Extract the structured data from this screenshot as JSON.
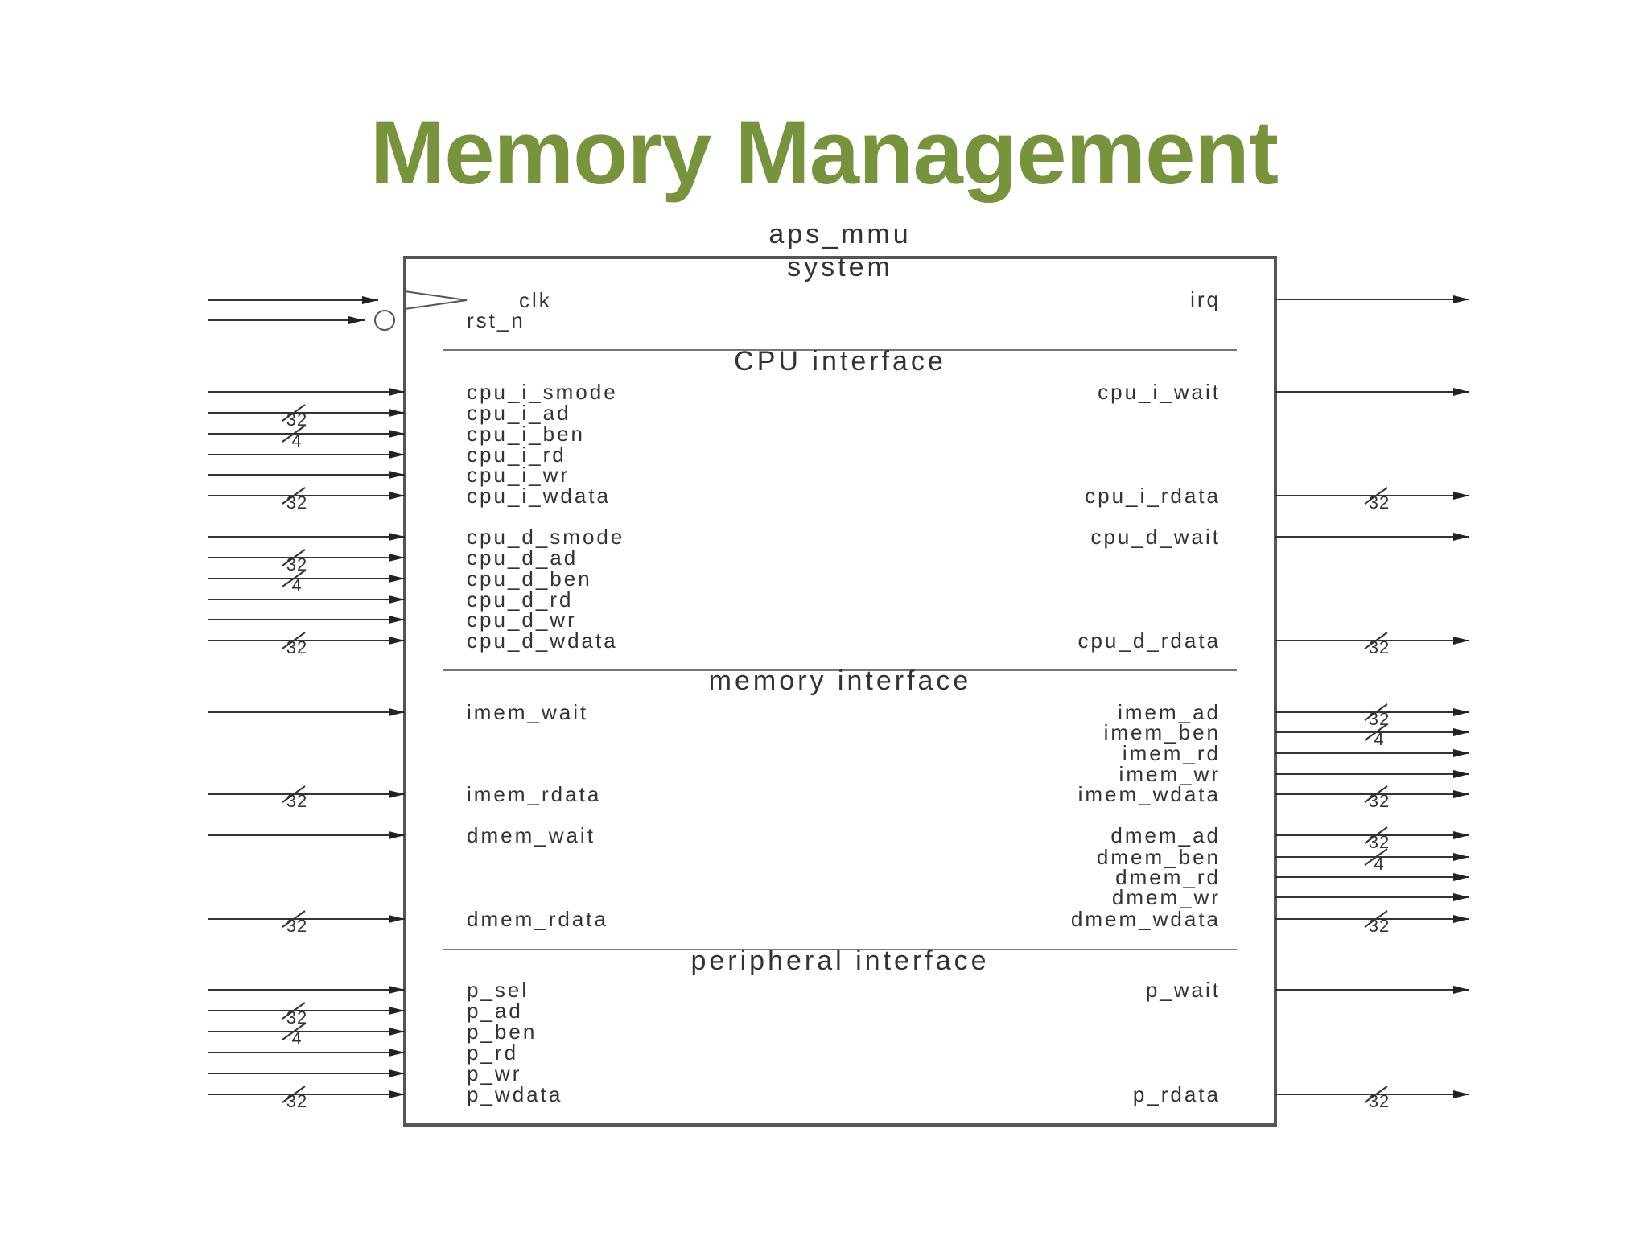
{
  "slide": {
    "title": "Memory Management"
  },
  "colors": {
    "title": "#77933c",
    "line": "#333333",
    "text": "#333333"
  },
  "diagram": {
    "module_name": "aps_mmu",
    "sections": [
      {
        "header": "system",
        "inputs": [
          {
            "name": "clk",
            "marker": "clock"
          },
          {
            "name": "rst_n",
            "marker": "inverted"
          }
        ],
        "outputs": [
          {
            "name": "irq",
            "width": ""
          }
        ]
      },
      {
        "header": "CPU interface",
        "inputs": [
          {
            "name": "cpu_i_smode",
            "width": ""
          },
          {
            "name": "cpu_i_ad",
            "width": "32"
          },
          {
            "name": "cpu_i_ben",
            "width": "4"
          },
          {
            "name": "cpu_i_rd",
            "width": ""
          },
          {
            "name": "cpu_i_wr",
            "width": ""
          },
          {
            "name": "cpu_i_wdata",
            "width": "32"
          },
          {
            "name": "cpu_d_smode",
            "width": ""
          },
          {
            "name": "cpu_d_ad",
            "width": "32"
          },
          {
            "name": "cpu_d_ben",
            "width": "4"
          },
          {
            "name": "cpu_d_rd",
            "width": ""
          },
          {
            "name": "cpu_d_wr",
            "width": ""
          },
          {
            "name": "cpu_d_wdata",
            "width": "32"
          }
        ],
        "outputs": [
          {
            "name": "cpu_i_wait",
            "width": ""
          },
          {
            "name": "cpu_i_rdata",
            "width": "32"
          },
          {
            "name": "cpu_d_wait",
            "width": ""
          },
          {
            "name": "cpu_d_rdata",
            "width": "32"
          }
        ]
      },
      {
        "header": "memory interface",
        "inputs": [
          {
            "name": "imem_wait",
            "width": ""
          },
          {
            "name": "imem_rdata",
            "width": "32"
          },
          {
            "name": "dmem_wait",
            "width": ""
          },
          {
            "name": "dmem_rdata",
            "width": "32"
          }
        ],
        "outputs": [
          {
            "name": "imem_ad",
            "width": "32"
          },
          {
            "name": "imem_ben",
            "width": "4"
          },
          {
            "name": "imem_rd",
            "width": ""
          },
          {
            "name": "imem_wr",
            "width": ""
          },
          {
            "name": "imem_wdata",
            "width": "32"
          },
          {
            "name": "dmem_ad",
            "width": "32"
          },
          {
            "name": "dmem_ben",
            "width": "4"
          },
          {
            "name": "dmem_rd",
            "width": ""
          },
          {
            "name": "dmem_wr",
            "width": ""
          },
          {
            "name": "dmem_wdata",
            "width": "32"
          }
        ]
      },
      {
        "header": "peripheral interface",
        "inputs": [
          {
            "name": "p_sel",
            "width": ""
          },
          {
            "name": "p_ad",
            "width": "32"
          },
          {
            "name": "p_ben",
            "width": "4"
          },
          {
            "name": "p_rd",
            "width": ""
          },
          {
            "name": "p_wr",
            "width": ""
          },
          {
            "name": "p_wdata",
            "width": "32"
          }
        ],
        "outputs": [
          {
            "name": "p_wait",
            "width": ""
          },
          {
            "name": "p_rdata",
            "width": "32"
          }
        ]
      }
    ]
  }
}
